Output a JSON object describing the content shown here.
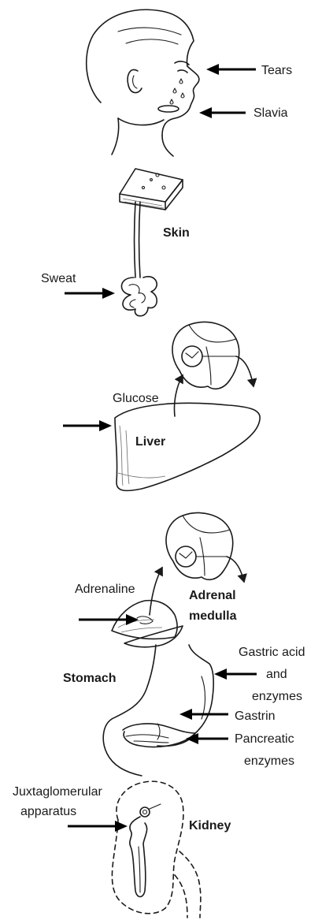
{
  "labels": {
    "tears": "Tears",
    "saliva": "Slavia",
    "skin": "Skin",
    "sweat": "Sweat",
    "glucose": "Glucose",
    "liver": "Liver",
    "adrenaline": "Adrenaline",
    "adrenal_1": "Adrenal",
    "adrenal_2": "medulla",
    "gastric_1": "Gastric acid",
    "gastric_2": "and",
    "gastric_3": "enzymes",
    "stomach": "Stomach",
    "gastrin": "Gastrin",
    "pancreatic_1": "Pancreatic",
    "pancreatic_2": "enzymes",
    "juxta_1": "Juxtaglomerular",
    "juxta_2": "apparatus",
    "kidney": "Kidney"
  }
}
